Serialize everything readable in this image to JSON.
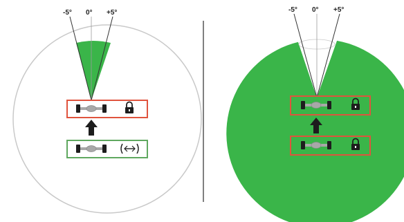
{
  "colors": {
    "sector_green": "#3ab549",
    "circle_outline": "#c9c9c9",
    "line_dark": "#333333",
    "guide_grey": "#9b9b9b",
    "frame_red": "#e0533d",
    "frame_green": "#5fa85f",
    "divider": "#555555",
    "axle_dark": "#1d1d1d",
    "axle_grey": "#a8a8a8"
  },
  "left_diagram": {
    "angle_labels": [
      "-5°",
      "0°",
      "+5°"
    ],
    "top_axle": {
      "frame": "red",
      "lock_icon": "padlock-icon"
    },
    "arrow_icon": "arrow-up-icon",
    "bottom_axle": {
      "frame": "green",
      "side_icon": "unlocked-axle-icon"
    }
  },
  "right_diagram": {
    "angle_labels": [
      "-5°",
      "0°",
      "+5°"
    ],
    "top_axle": {
      "frame": "red",
      "lock_icon": "padlock-icon"
    },
    "arrow_icon": "arrow-up-icon",
    "bottom_axle": {
      "frame": "red",
      "lock_icon": "padlock-icon"
    }
  }
}
